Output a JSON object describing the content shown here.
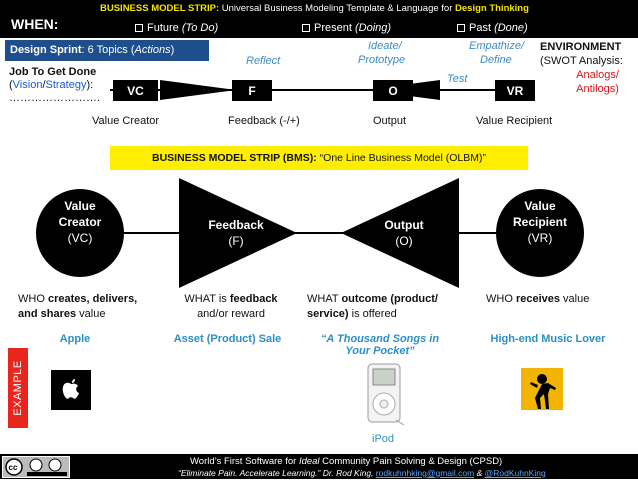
{
  "header": {
    "when_label": "WHEN:",
    "title_prefix": "BUSINESS MODEL STRIP:",
    "title_main": " Universal Business Modeling Template & Language for ",
    "title_suffix": "Design Thinking",
    "options": [
      {
        "label": "Future ",
        "note": "(To Do)"
      },
      {
        "label": "Present ",
        "note": "(Doing)"
      },
      {
        "label": "Past ",
        "note": "(Done)"
      }
    ]
  },
  "sprint": {
    "bold": "Design Sprint",
    "text": ": 6 Topics (",
    "italic": "Actions",
    "close": ")"
  },
  "jtbd": {
    "title": "Job To Get Done",
    "open": "(",
    "vision": "Vision",
    "slash": "/",
    "strategy": "Strategy",
    "close": "):",
    "dots": "……………………."
  },
  "strip_small": {
    "nodes": {
      "vc": "VC",
      "f": "F",
      "o": "O",
      "vr": "VR"
    },
    "labels": {
      "value_creator": "Value Creator",
      "feedback": "Feedback (-/+)",
      "output": "Output",
      "value_recipient": "Value Recipient"
    },
    "actions": {
      "reflect": "Reflect",
      "ideate_1": "Ideate/",
      "ideate_2": "Prototype",
      "test": "Test",
      "empathize_1": "Empathize/",
      "empathize_2": "Define"
    }
  },
  "environment": {
    "title": "ENVIRONMENT",
    "swot_open": "(",
    "swot": "SWOT Analysis:",
    "analogs": "Analogs/",
    "antilogs": "Antilogs)"
  },
  "bms_banner": {
    "bold": "BUSINESS MODEL STRIP (BMS):",
    "text": " “One Line Business Model (OLBM)”"
  },
  "big_strip": {
    "vc": {
      "l1": "Value",
      "l2": "Creator",
      "l3": "(VC)"
    },
    "f": {
      "l1": "Feedback",
      "l2": "(F)"
    },
    "o": {
      "l1": "Output",
      "l2": "(O)"
    },
    "vr": {
      "l1": "Value",
      "l2": "Recipient",
      "l3": "(VR)"
    }
  },
  "descriptions": {
    "vc": {
      "pre": "WHO ",
      "bold": "creates, delivers,",
      "line2_bold": "and shares",
      "line2": " value"
    },
    "f": {
      "pre": "WHAT is ",
      "bold": "feedback",
      "line2": "and/or reward"
    },
    "o": {
      "pre": "WHAT ",
      "bold": "outcome (product/",
      "line2_bold": "service)",
      "line2": " is offered"
    },
    "vr": {
      "pre": "WHO ",
      "bold": "receives",
      "post": " value"
    }
  },
  "example": {
    "tag": "EXAMPLE",
    "vc": "Apple",
    "f": "Asset (Product) Sale",
    "o_l1": "“A Thousand Songs in",
    "o_l2": "Your Pocket”",
    "vr": "High-end Music Lover",
    "ipod_caption": "iPod"
  },
  "footer": {
    "l1_pre": "World’s First Software for ",
    "l1_italic": "Ideal",
    "l1_post": " Community Pain Solving & Design (CPSD)",
    "l2_pre": "“Eliminate Pain. Accelerate Learning.” Dr. Rod King, ",
    "email": "rodkuhnhking@gmail.com",
    "amp": " & ",
    "handle": "@RodKuhnKing"
  },
  "colors": {
    "banner_yellow": "#ffee00",
    "sprint_blue": "#1e4f8c",
    "example_red": "#e8261d",
    "action_teal": "#3a8bc5"
  }
}
